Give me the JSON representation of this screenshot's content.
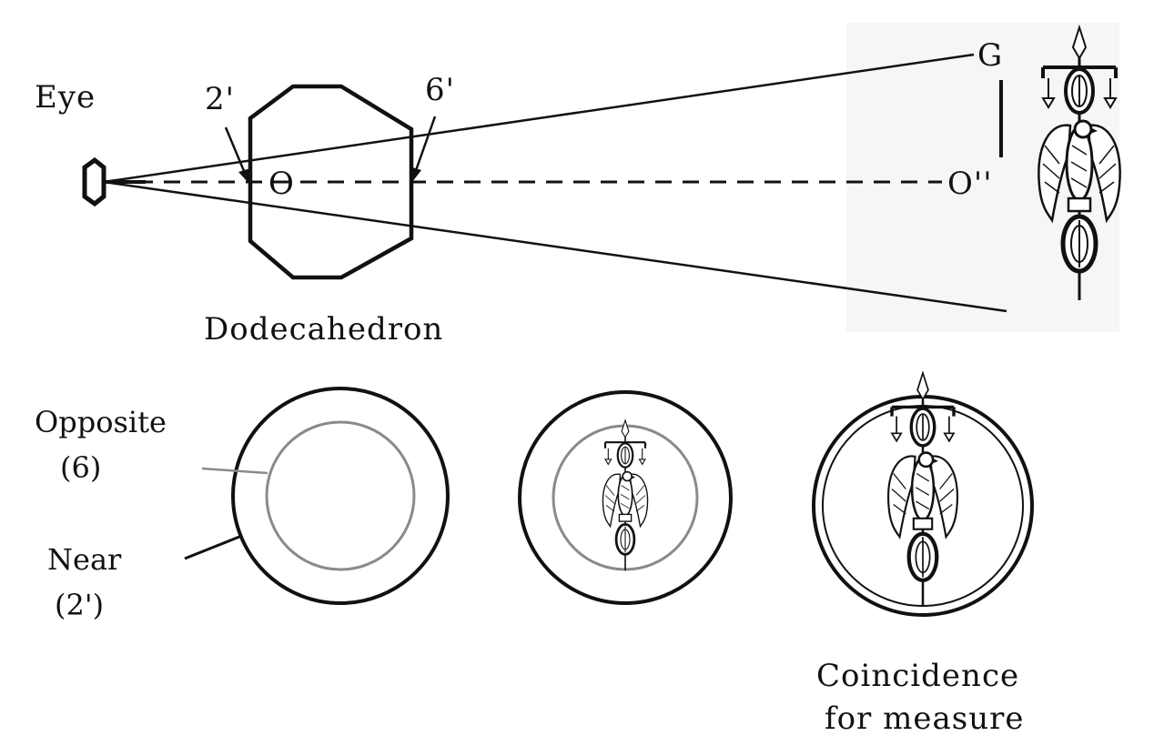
{
  "labels": {
    "eye": "Eye",
    "point_2prime": "2'",
    "point_6prime": "6'",
    "center_o": "O",
    "far_o": "O''",
    "target_g": "G",
    "dodecahedron": "Dodecahedron",
    "opposite_line1": "Opposite",
    "opposite_line2": "(6)",
    "near_line1": "Near",
    "near_line2": "(2')",
    "coincidence_line1": "Coincidence",
    "coincidence_line2": "for measure"
  },
  "icons": {
    "standard": "roman-legion-eagle-standard-icon",
    "eye": "eye-icon"
  },
  "colors": {
    "ink": "#111111",
    "inner_ring": "#8a8a8a",
    "background": "#ffffff"
  }
}
